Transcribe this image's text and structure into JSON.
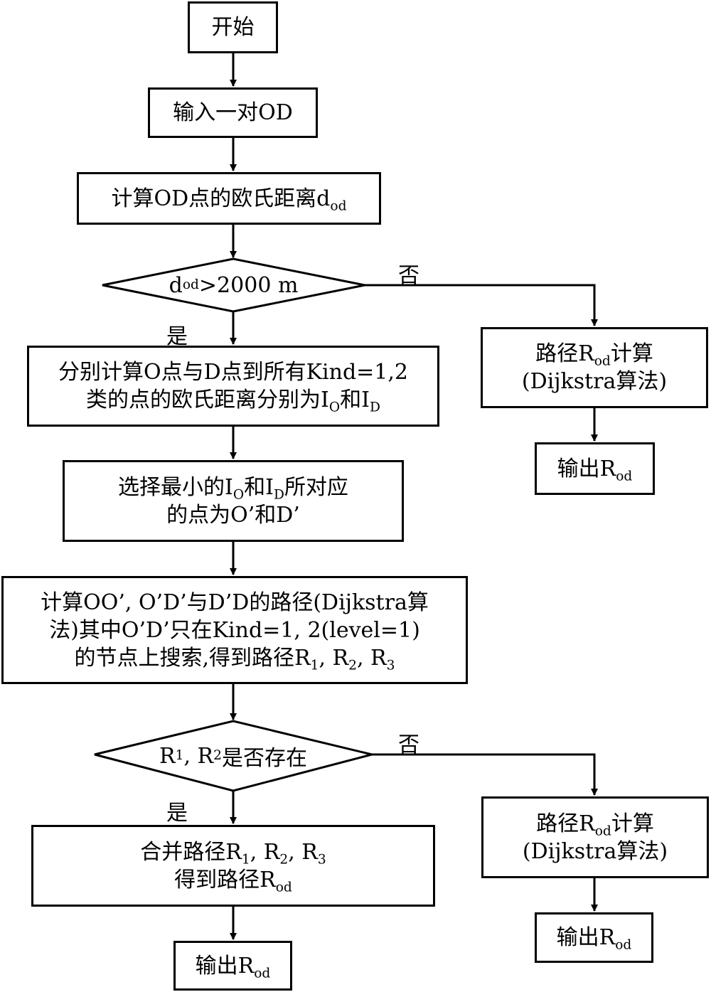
{
  "start": {
    "label": "开始"
  },
  "input_od": {
    "label": "输入一对OD"
  },
  "calc_distance": {
    "label": "计算OD点的欧氏距离d",
    "sub": "od"
  },
  "decision1": {
    "var": "d",
    "sub": "od",
    "rest": ">2000 m",
    "no_label": "否",
    "yes_label": "是"
  },
  "calc_kind_distance": {
    "line1": "分别计算O点与D点到所有Kind=1,2",
    "line2": {
      "pre": "类的点的欧氏距离分别为I",
      "sub1": "O",
      "mid": "和I",
      "sub2": "D"
    }
  },
  "select_min": {
    "line1": {
      "pre": "选择最小的I",
      "sub1": "O",
      "mid": "和I",
      "sub2": "D",
      "post": "所对应"
    },
    "line2": "的点为O’和D’"
  },
  "calc_paths": {
    "line1": "计算OO’, O’D’与D’D的路径(Dijkstra算",
    "line2": "法)其中O’D’只在Kind=1, 2(level=1)",
    "line3": {
      "pre": "的节点上搜索,得到路径R",
      "s1": "1",
      "m1": ", R",
      "s2": "2",
      "m2": ", R",
      "s3": "3"
    }
  },
  "decision2": {
    "r": "R",
    "s1": "1",
    "m1": ", R",
    "s2": "2",
    "post": "是否存在",
    "no_label": "否",
    "yes_label": "是"
  },
  "merge": {
    "line1": {
      "pre": "合并路径R",
      "s1": "1",
      "m1": ", R",
      "s2": "2",
      "m2": ", R",
      "s3": "3"
    },
    "line2": {
      "pre": "得到路径R",
      "sub": "od"
    }
  },
  "output_main": {
    "pre": "输出R",
    "sub": "od"
  },
  "side_calc_1": {
    "line1_pre": "路径R",
    "line1_sub": "od",
    "line1_post": "计算",
    "line2": "(Dijkstra算法)"
  },
  "side_output_1": {
    "pre": "输出R",
    "sub": "od"
  },
  "side_calc_2": {
    "line1_pre": "路径R",
    "line1_sub": "od",
    "line1_post": "计算",
    "line2": "(Dijkstra算法)"
  },
  "side_output_2": {
    "pre": "输出R",
    "sub": "od"
  }
}
